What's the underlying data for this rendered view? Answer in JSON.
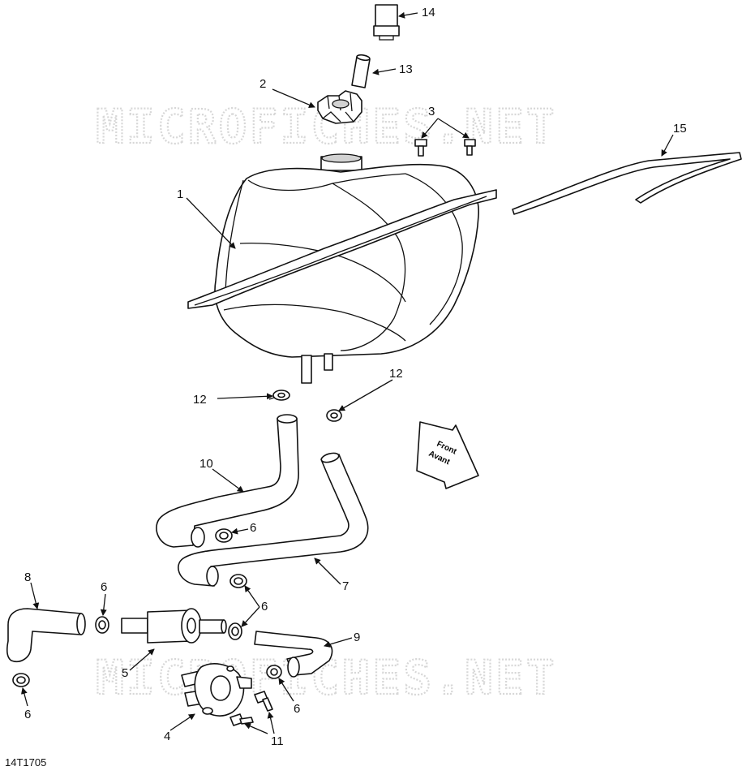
{
  "diagram": {
    "drawing_code": "14T1705",
    "watermark": "MICROFICHES.NET",
    "front_arrow": {
      "line1": "Front",
      "line2": "Avant"
    },
    "callouts": {
      "c1": "1",
      "c2": "2",
      "c3": "3",
      "c4": "4",
      "c5": "5",
      "c6a": "6",
      "c6b": "6",
      "c6c": "6",
      "c6d": "6",
      "c6e": "6",
      "c7": "7",
      "c8": "8",
      "c9": "9",
      "c10": "10",
      "c11": "11",
      "c12a": "12",
      "c12b": "12",
      "c13": "13",
      "c14": "14",
      "c15": "15"
    }
  }
}
